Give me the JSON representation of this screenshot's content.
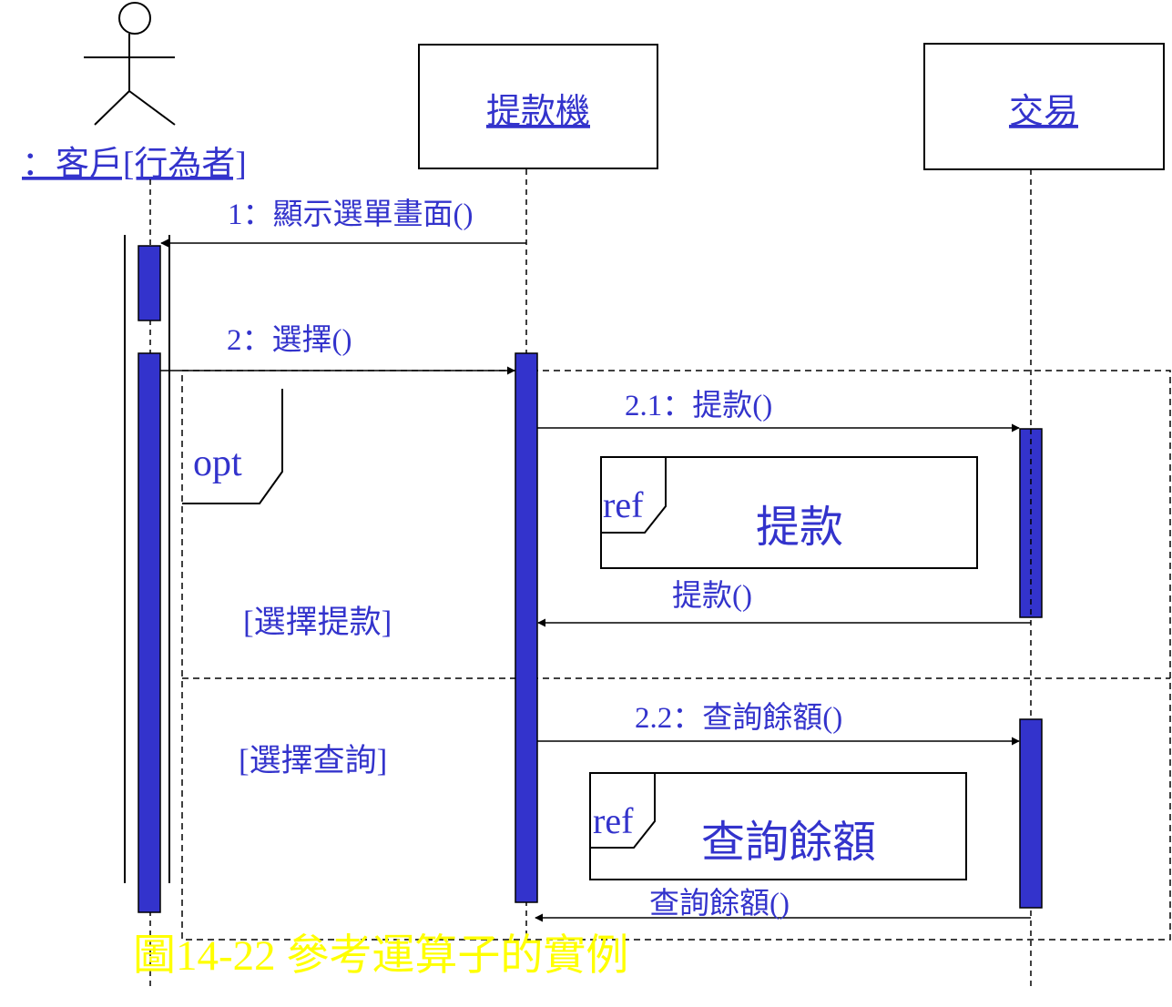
{
  "colors": {
    "text": "#3333cc",
    "activation_fill": "#3333cc",
    "line": "#000000",
    "caption": "#ffff00",
    "background": "#ffffff"
  },
  "participants": {
    "actor": {
      "label": "：客戶[行為者]",
      "icon": "stick-figure-icon"
    },
    "atm": {
      "label": "提款機"
    },
    "transaction": {
      "label": "交易"
    }
  },
  "messages": [
    {
      "label": "1：顯示選單畫面()"
    },
    {
      "label": "2：選擇()"
    },
    {
      "label": "2.1：提款()"
    },
    {
      "label": "提款()"
    },
    {
      "label": "2.2：查詢餘額()"
    },
    {
      "label": "查詢餘額()"
    }
  ],
  "fragment": {
    "operator": "opt",
    "guards": [
      "[選擇提款]",
      "[選擇查詢]"
    ]
  },
  "refs": [
    {
      "tag": "ref",
      "label": "提款"
    },
    {
      "tag": "ref",
      "label": "查詢餘額"
    }
  ],
  "caption": "圖14-22 參考運算子的實例"
}
